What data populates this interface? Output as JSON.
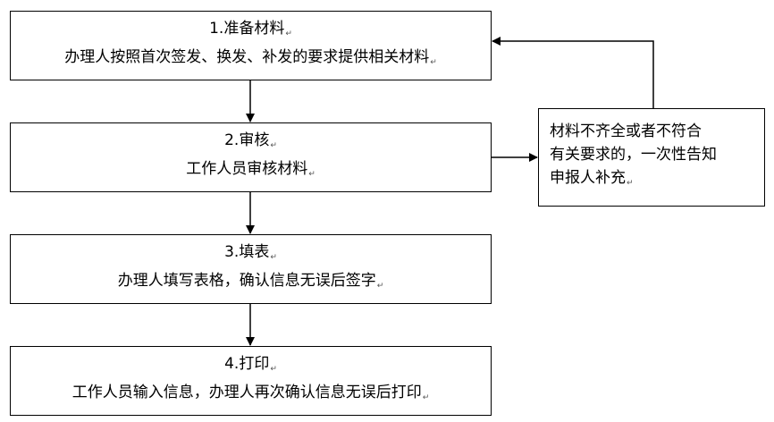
{
  "flowchart": {
    "steps": [
      {
        "title": "1.准备材料",
        "desc": "办理人按照首次签发、换发、补发的要求提供相关材料"
      },
      {
        "title": "2.审核",
        "desc": "工作人员审核材料"
      },
      {
        "title": "3.填表",
        "desc": "办理人填写表格，确认信息无误后签字"
      },
      {
        "title": "4.打印",
        "desc": "工作人员输入信息，办理人再次确认信息无误后打印"
      }
    ],
    "side_note": {
      "line1": "材料不齐全或者不符合",
      "line2": "有关要求的，一次性告知",
      "line3": "申报人补充"
    },
    "return_mark": "↵",
    "colors": {
      "line": "#000000",
      "box_border": "#000000",
      "background": "#ffffff"
    }
  }
}
